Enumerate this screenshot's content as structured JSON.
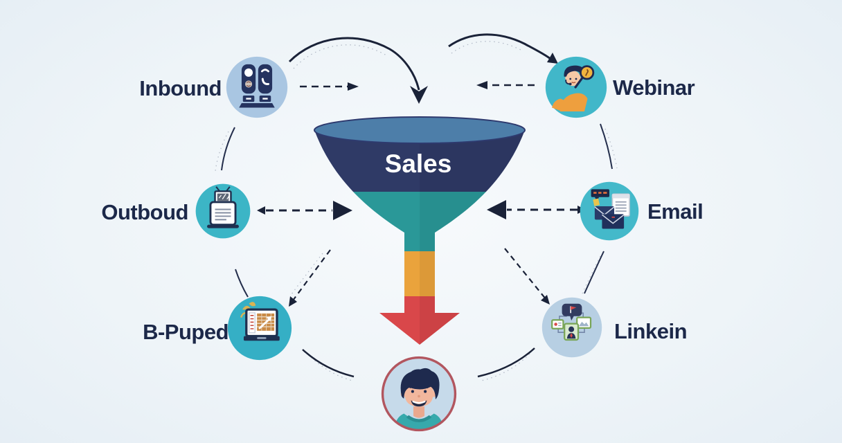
{
  "diagram": {
    "funnel": {
      "label": "Sales",
      "colors": {
        "top_ellipse": "#4d7ea9",
        "body_navy": "#2f3a66",
        "band_teal": "#2a9898",
        "band_orange": "#eaa33c",
        "arrow_red": "#d9474a"
      }
    },
    "nodes": [
      {
        "id": "inbound",
        "label": "Inbound",
        "position": "top-left",
        "icon": "call-devices-icon",
        "circle_color": "#a9c6e2"
      },
      {
        "id": "webinar",
        "label": "Webinar",
        "position": "top-right",
        "icon": "presenter-magnifier-icon",
        "circle_color": "#41b7c9"
      },
      {
        "id": "outboud",
        "label": "Outboud",
        "position": "middle-left",
        "icon": "laptop-document-icon",
        "circle_color": "#3cb5c6"
      },
      {
        "id": "email",
        "label": "Email",
        "position": "middle-right",
        "icon": "envelopes-document-icon",
        "circle_color": "#44b9ca"
      },
      {
        "id": "b_puped",
        "label": "B-Puped",
        "position": "bottom-left",
        "icon": "laptop-chart-icon",
        "circle_color": "#35afc5"
      },
      {
        "id": "linkein",
        "label": "Linkein",
        "position": "bottom-right",
        "icon": "social-network-icon",
        "circle_color": "#b7cfe3"
      }
    ],
    "person": {
      "id": "customer",
      "icon": "customer-avatar",
      "border_color": "#b2565f",
      "bg_color": "#c6daea"
    },
    "colors": {
      "label_text": "#1c2849",
      "connector": "#1a2238",
      "background": "#edf3f7"
    }
  }
}
